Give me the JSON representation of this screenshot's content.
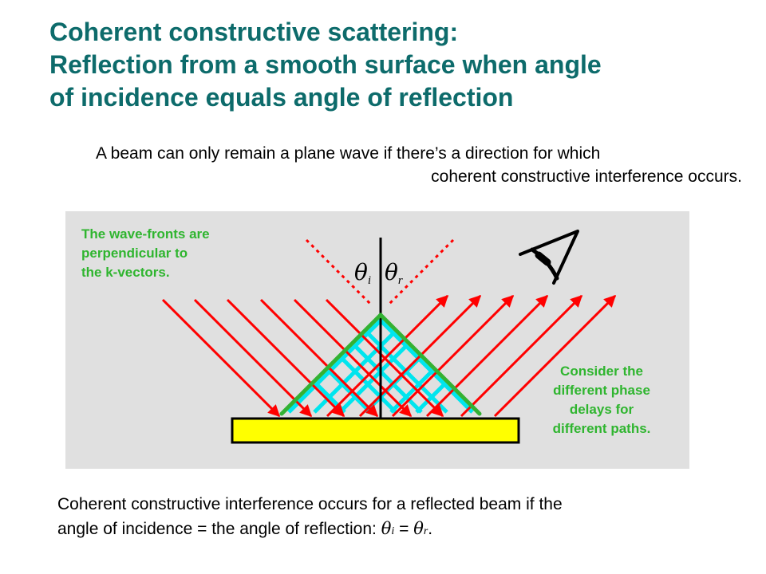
{
  "title": {
    "lines": [
      "Coherent constructive scattering:",
      "Reflection from a smooth surface when angle",
      "of incidence equals angle of reflection"
    ]
  },
  "intro": {
    "line1": "A beam can only remain a plane wave if there’s a direction for which",
    "line2": "coherent constructive interference occurs."
  },
  "diagram": {
    "left_note": [
      "The wave-fronts are",
      "perpendicular to",
      "the k-vectors."
    ],
    "right_note": [
      "Consider the",
      "different phase",
      "delays for",
      "different paths."
    ],
    "theta_symbol": "θ",
    "theta_i_sub": "i",
    "theta_r_sub": "r",
    "eye_icon": "eye-icon",
    "colors": {
      "ray": "#ff0000",
      "wavefront": "#33b233",
      "phase_grid": "#00e5ee",
      "surface": "#ffff00",
      "normal": "#000000"
    }
  },
  "bottom": {
    "line1": "Coherent constructive interference occurs for a reflected beam if the",
    "line2_prefix": "angle of incidence = the angle of reflection:  ",
    "eq_symbol": "θ",
    "eq_sub_i": "i",
    "eq_equals": " = ",
    "eq_sub_r": "r",
    "eq_end": "."
  }
}
